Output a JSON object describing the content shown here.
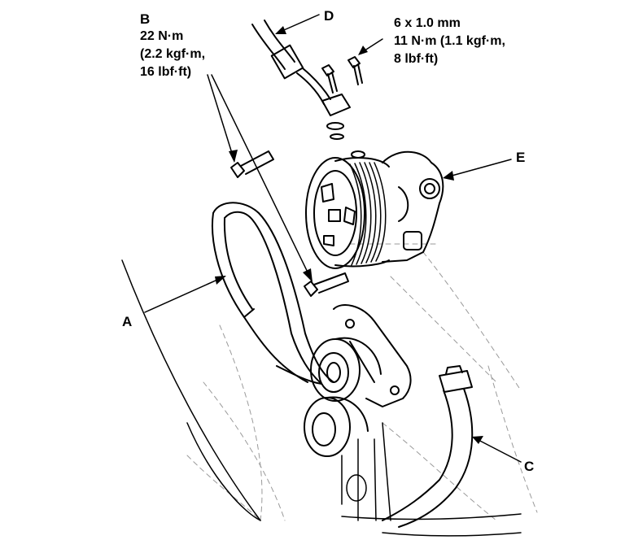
{
  "callouts": {
    "a": "A",
    "b": "B",
    "c": "C",
    "d": "D",
    "e": "E"
  },
  "specs": {
    "b_torque": [
      "22 N·m",
      "(2.2 kgf·m,",
      "16 lbf·ft)"
    ],
    "small_bolt": [
      "6 x 1.0 mm",
      "11 N·m (1.1 kgf·m,",
      "8 lbf·ft)"
    ]
  },
  "colors": {
    "ink": "#000000",
    "faint": "#9a9a9a",
    "paper": "#ffffff"
  }
}
